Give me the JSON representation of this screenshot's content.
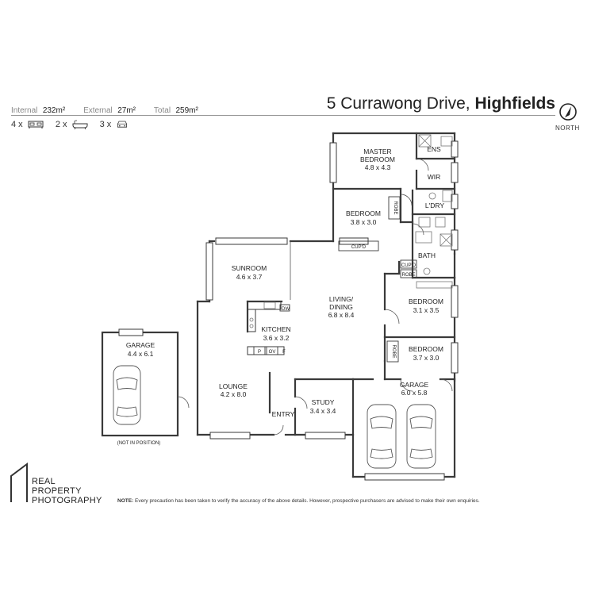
{
  "header": {
    "internal_label": "Internal",
    "internal_value": "232m²",
    "external_label": "External",
    "external_value": "27m²",
    "total_label": "Total",
    "total_value": "259m²",
    "address": "5 Currawong Drive,",
    "suburb": "Highfields",
    "north_label": "NORTH"
  },
  "counts": {
    "bedrooms": "4 x",
    "bathrooms": "2 x",
    "car_spaces": "3 x",
    "icons": [
      "bed-icon",
      "bath-icon",
      "car-icon"
    ]
  },
  "rooms": {
    "master": {
      "name_1": "MASTER",
      "name_2": "BEDROOM",
      "size": "4.8 x 4.3"
    },
    "ens": {
      "name": "ENS"
    },
    "wir": {
      "name": "WIR"
    },
    "bedroom2": {
      "name": "BEDROOM",
      "size": "3.8 x 3.0"
    },
    "ldry": {
      "name": "L'DRY"
    },
    "bath": {
      "name": "BATH"
    },
    "sunroom": {
      "name": "SUNROOM",
      "size": "4.6 x 3.7"
    },
    "living": {
      "name_1": "LIVING/",
      "name_2": "DINING",
      "size": "6.8 x 8.4"
    },
    "bedroom3": {
      "name": "BEDROOM",
      "size": "3.1 x 3.5"
    },
    "kitchen": {
      "name": "KITCHEN",
      "size": "3.6 x 3.2"
    },
    "bedroom4": {
      "name": "BEDROOM",
      "size": "3.7 x 3.0"
    },
    "garage_detached": {
      "name": "GARAGE",
      "size": "4.4 x 6.1"
    },
    "lounge": {
      "name": "LOUNGE",
      "size": "4.2 x 8.0"
    },
    "study": {
      "name": "STUDY",
      "size": "3.4 x 3.4"
    },
    "garage_main": {
      "name": "GARAGE",
      "size": "6.0 x 5.8"
    },
    "entry": {
      "name": "ENTRY"
    }
  },
  "fixtures": {
    "robe_1": "ROBE",
    "robe_2": "ROBE",
    "robe_3": "ROBE",
    "cupd_1": "CUP'D",
    "cupd_2": "CUP'D",
    "dw": "DW",
    "pantry": "P",
    "oven": "OV",
    "fridge": "F"
  },
  "garage_note": "(NOT IN POSITION)",
  "brand": {
    "line1": "REAL",
    "line2": "PROPERTY",
    "line3": "PHOTOGRAPHY"
  },
  "disclaimer": {
    "label": "NOTE:",
    "text": "Every precaution has been taken to verify the accuracy of the above details. However, prospective purchasers are advised to make their own enquiries."
  },
  "colors": {
    "wall": "#3a3a3a",
    "text": "#222222",
    "muted": "#888888",
    "fixture": "#777777"
  }
}
